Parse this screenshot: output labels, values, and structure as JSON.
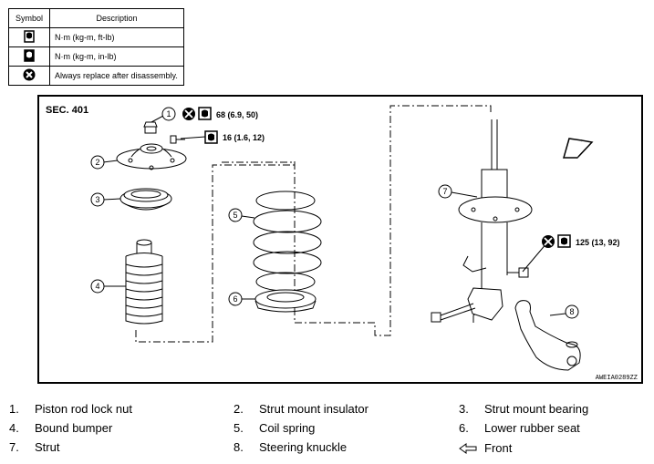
{
  "symbol_table": {
    "headers": [
      "Symbol",
      "Description"
    ],
    "rows": [
      {
        "icon": "torque-wrench-icon",
        "description": "N·m (kg-m, ft-lb)"
      },
      {
        "icon": "torque-wrench-filled-icon",
        "description": "N·m (kg-m, in-lb)"
      },
      {
        "icon": "always-replace-icon",
        "description": "Always replace after disassembly."
      }
    ]
  },
  "diagram": {
    "section": "SEC. 401",
    "code": "AWEIA0289ZZ",
    "callouts": [
      "1",
      "2",
      "3",
      "4",
      "5",
      "6",
      "7",
      "8"
    ],
    "torques": [
      {
        "label": "68 (6.9, 50)"
      },
      {
        "label": "16 (1.6, 12)"
      },
      {
        "label": "125 (13, 92)"
      }
    ]
  },
  "parts": [
    {
      "num": "1.",
      "name": "Piston rod lock nut"
    },
    {
      "num": "2.",
      "name": "Strut mount insulator"
    },
    {
      "num": "3.",
      "name": "Strut mount bearing"
    },
    {
      "num": "4.",
      "name": "Bound bumper"
    },
    {
      "num": "5.",
      "name": "Coil spring"
    },
    {
      "num": "6.",
      "name": "Lower rubber seat"
    },
    {
      "num": "7.",
      "name": "Strut"
    },
    {
      "num": "8.",
      "name": "Steering knuckle"
    }
  ],
  "front_label": "Front"
}
